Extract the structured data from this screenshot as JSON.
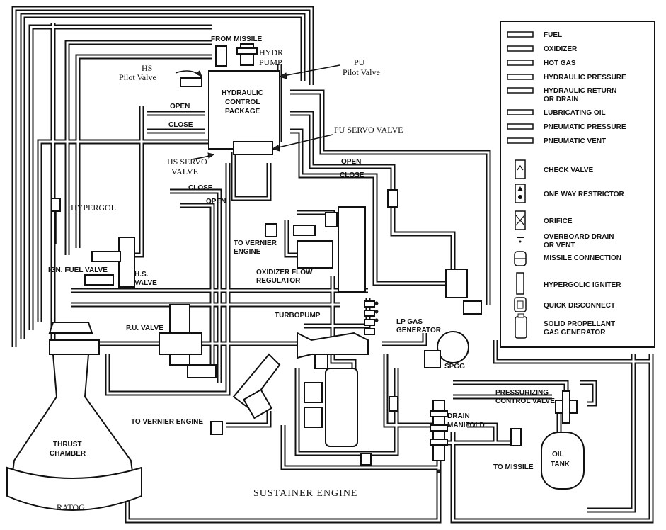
{
  "title": "SUSTAINER ENGINE",
  "labels": {
    "from_missile": "FROM MISSILE",
    "hydr_pump": "HYDR",
    "hydr_pump2": "PUMP",
    "hs_pilot": "HS",
    "hs_pilot2": "Pilot Valve",
    "pu_pilot": "PU",
    "pu_pilot2": "Pilot Valve",
    "hcp1": "HYDRAULIC",
    "hcp2": "CONTROL",
    "hcp3": "PACKAGE",
    "open1": "OPEN",
    "close1": "CLOSE",
    "pu_servo": "PU SERVO VALVE",
    "hs_servo": "HS SERVO",
    "hs_servo2": "VALVE",
    "open2": "OPEN",
    "close2": "CLOSE",
    "close3": "CLOSE",
    "open3": "OPEN",
    "hypergol": "HYPERGOL",
    "to_vernier1": "TO VERNIER",
    "to_vernier1b": "ENGINE",
    "ign_fuel": "IGN. FUEL VALVE",
    "hs_valve": "H.S.",
    "hs_valve2": "VALVE",
    "ox_flow": "OXIDIZER FLOW",
    "ox_flow2": "REGULATOR",
    "turbopump": "TURBOPUMP",
    "lp_gas": "LP GAS",
    "lp_gas2": "GENERATOR",
    "pu_valve": "P.U. VALVE",
    "spgg": "SPGG",
    "press_ctrl": "PRESSURIZING",
    "press_ctrl2": "CONTROL VALVE",
    "drain_man": "DRAIN",
    "drain_man2": "MANIFOLD",
    "to_vernier2": "TO VERNIER ENGINE",
    "thrust1": "THRUST",
    "thrust2": "CHAMBER",
    "oil_tank": "OIL",
    "oil_tank2": "TANK",
    "to_missile": "TO MISSILE",
    "ratog": "RATOG"
  },
  "legend": [
    {
      "label": "FUEL",
      "symbol": "line"
    },
    {
      "label": "OXIDIZER",
      "symbol": "line"
    },
    {
      "label": "HOT GAS",
      "symbol": "line"
    },
    {
      "label": "HYDRAULIC PRESSURE",
      "symbol": "line"
    },
    {
      "label": "HYDRAULIC RETURN",
      "label2": "OR DRAIN",
      "symbol": "line"
    },
    {
      "label": "LUBRICATING OIL",
      "symbol": "line"
    },
    {
      "label": "PNEUMATIC PRESSURE",
      "symbol": "line"
    },
    {
      "label": "PNEUMATIC VENT",
      "symbol": "line"
    },
    {
      "label": "CHECK VALVE",
      "symbol": "check-valve"
    },
    {
      "label": "ONE WAY RESTRICTOR",
      "symbol": "restrictor"
    },
    {
      "label": "ORIFICE",
      "symbol": "orifice"
    },
    {
      "label": "OVERBOARD DRAIN",
      "label2": "OR VENT",
      "symbol": "drain"
    },
    {
      "label": "MISSILE CONNECTION",
      "symbol": "missile-connection"
    },
    {
      "label": "HYPERGOLIC IGNITER",
      "symbol": "igniter"
    },
    {
      "label": "QUICK DISCONNECT",
      "symbol": "quick-disconnect"
    },
    {
      "label": "SOLID PROPELLANT",
      "label2": "GAS GENERATOR",
      "symbol": "spgg"
    }
  ]
}
